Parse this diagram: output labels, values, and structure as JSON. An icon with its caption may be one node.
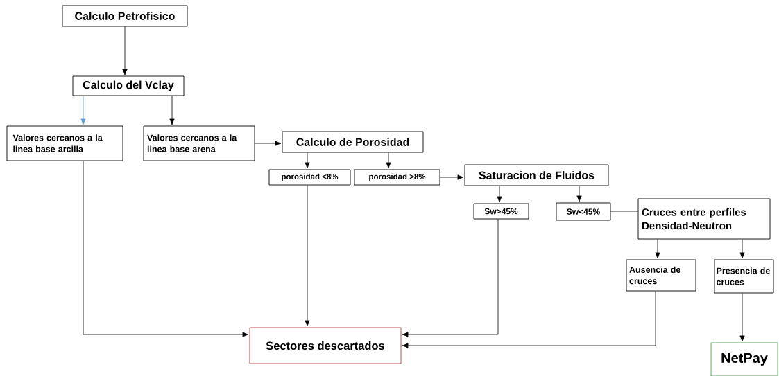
{
  "diagram": {
    "nodes": [
      {
        "text": [
          "Calculo Petrofisico"
        ]
      },
      {
        "text": [
          "Calculo del Vclay"
        ]
      },
      {
        "text": [
          "Valores cercanos a la linea base arcilla"
        ]
      },
      {
        "text": [
          "Valores cercanos a la linea base arena"
        ]
      },
      {
        "text": [
          "Calculo de Porosidad"
        ]
      },
      {
        "text": [
          "porosidad <8%"
        ]
      },
      {
        "text": [
          "porosidad >8%"
        ]
      },
      {
        "text": [
          "Saturacion de Fluidos"
        ]
      },
      {
        "text": [
          "Sw>45%"
        ]
      },
      {
        "text": [
          "Sw<45%"
        ]
      },
      {
        "text": [
          "Cruces entre perfiles Densidad-Neutron"
        ]
      },
      {
        "text": [
          "Ausencia de cruces"
        ]
      },
      {
        "text": [
          "Presencia de cruces"
        ]
      },
      {
        "text": [
          "Sectores descartados"
        ]
      },
      {
        "text": [
          "NetPay"
        ]
      }
    ],
    "edges": [
      {
        "from": 0,
        "to": 1,
        "arrow": "to"
      },
      {
        "from": 1,
        "to": 2,
        "arrow": "to",
        "color": "#5b9bd5"
      },
      {
        "from": 1,
        "to": 3,
        "arrow": "to"
      },
      {
        "from": 3,
        "to": 4,
        "arrow": "to"
      },
      {
        "from": 4,
        "to": 5,
        "arrow": "to"
      },
      {
        "from": 4,
        "to": 6,
        "arrow": "to"
      },
      {
        "from": 6,
        "to": 7,
        "arrow": "to"
      },
      {
        "from": 7,
        "to": 8,
        "arrow": "to"
      },
      {
        "from": 7,
        "to": 9,
        "arrow": "to"
      },
      {
        "from": 9,
        "to": 10,
        "arrow": "none"
      },
      {
        "from": 10,
        "to": 11,
        "arrow": "to"
      },
      {
        "from": 10,
        "to": 12,
        "arrow": "to"
      },
      {
        "from": 2,
        "to": 13,
        "arrow": "to"
      },
      {
        "from": 5,
        "to": 13,
        "arrow": "to"
      },
      {
        "from": 8,
        "to": 13,
        "arrow": "to"
      },
      {
        "from": 11,
        "to": 13,
        "arrow": "to"
      },
      {
        "from": 12,
        "to": 14,
        "arrow": "to"
      }
    ]
  }
}
